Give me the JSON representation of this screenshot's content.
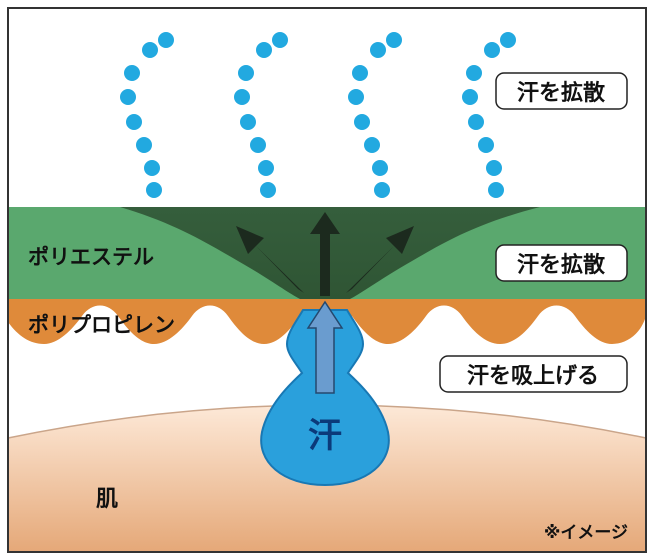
{
  "layers": {
    "polyester": "ポリエステル",
    "polypropylene": "ポリプロピレン",
    "skin": "肌"
  },
  "callouts": {
    "diffuse_top": "汗を拡散",
    "diffuse_middle": "汗を拡散",
    "absorb": "汗を吸上げる"
  },
  "sweat_label": "汗",
  "note": "※イメージ",
  "colors": {
    "polyester": "#5aa86e",
    "polyester_dark": "#3f6e48",
    "polypropylene": "#df8a3a",
    "skin_light": "#fbe6d4",
    "skin_dark": "#e0a070",
    "sweat": "#2aa0dc",
    "dots": "#22a9e0",
    "arrows": "#1c2a1e",
    "up_arrow": "#6a9ccf"
  }
}
